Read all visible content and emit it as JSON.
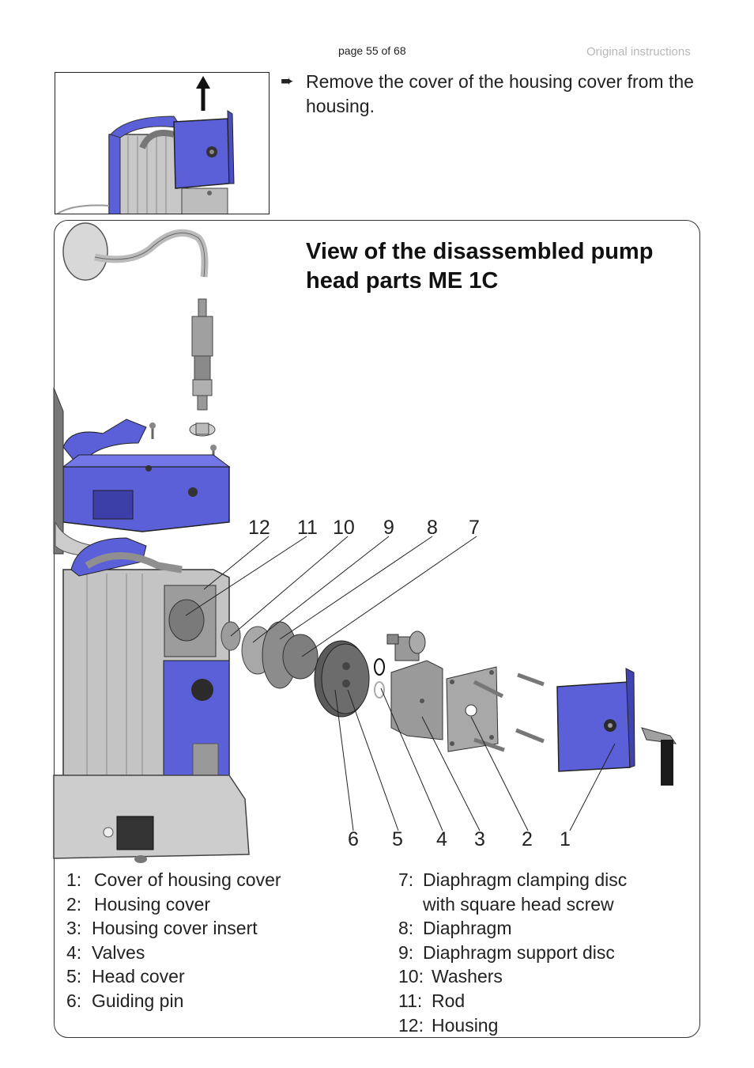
{
  "header": {
    "page_label": "page 55 of 68",
    "doc_label": "Original instructions"
  },
  "instruction": {
    "arrow": "➨",
    "text": "Remove the cover of the housing cover from the housing."
  },
  "figure": {
    "title_line1": "View of the disassembled pump",
    "title_line2": "head parts ME 1C",
    "callouts_top": [
      "12",
      "11",
      "10",
      "9",
      "8",
      "7"
    ],
    "callouts_bottom": [
      "6",
      "5",
      "4",
      "3",
      "2",
      "1"
    ]
  },
  "legend": {
    "left": [
      {
        "num": "1:",
        "label": "Cover of housing cover"
      },
      {
        "num": "2:",
        "label": "Housing cover"
      },
      {
        "num": "3:",
        "label": "Housing cover insert"
      },
      {
        "num": "4:",
        "label": "Valves"
      },
      {
        "num": "5:",
        "label": "Head cover"
      },
      {
        "num": "6:",
        "label": "Guiding pin"
      }
    ],
    "right": [
      {
        "num": "7:",
        "label": "Diaphragm clamping disc"
      },
      {
        "num": "",
        "label": "with square head screw"
      },
      {
        "num": "8:",
        "label": "Diaphragm"
      },
      {
        "num": "9:",
        "label": "Diaphragm support disc"
      },
      {
        "num": "10:",
        "label": "Washers"
      },
      {
        "num": "11:",
        "label": "Rod"
      },
      {
        "num": "12:",
        "label": "Housing"
      }
    ]
  },
  "colors": {
    "housing_blue": "#5b5fd8",
    "metal_gray": "#9a9a9a",
    "dark_gray": "#555555"
  }
}
